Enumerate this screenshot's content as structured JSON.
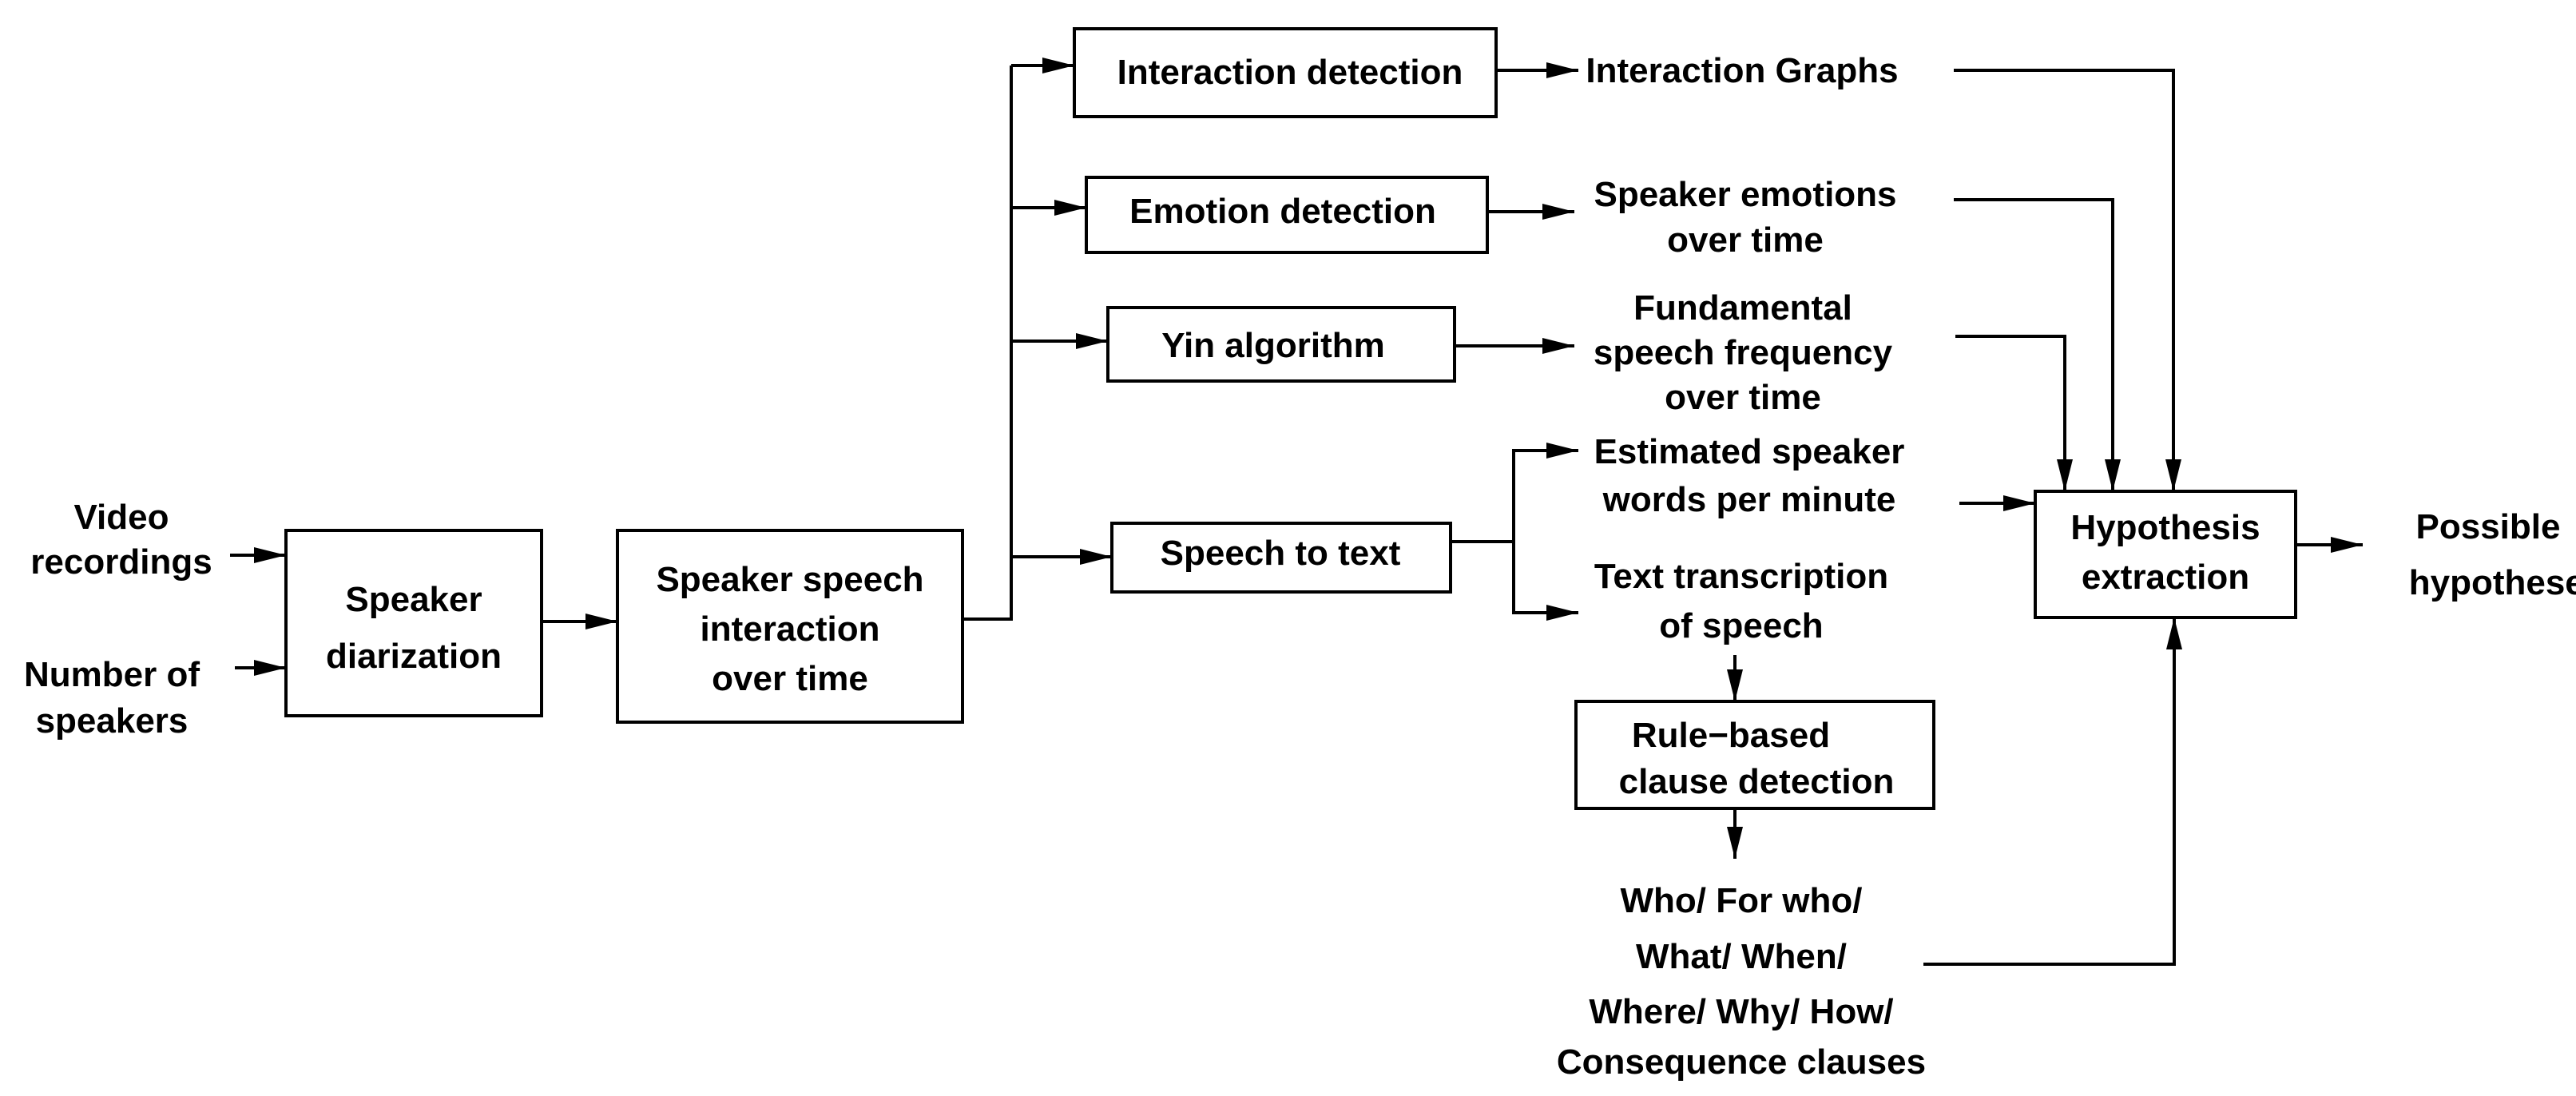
{
  "diagram": {
    "inputs": {
      "video": [
        "Video",
        "recordings"
      ],
      "speakers_count": [
        "Number of",
        "speakers"
      ]
    },
    "boxes": {
      "speaker_diarization": [
        "Speaker",
        "diarization"
      ],
      "speaker_speech_interaction": [
        "Speaker speech",
        "interaction",
        "over time"
      ],
      "interaction_detection": [
        "Interaction detection"
      ],
      "emotion_detection": [
        "Emotion detection"
      ],
      "yin_algorithm": [
        "Yin algorithm"
      ],
      "speech_to_text": [
        "Speech to text"
      ],
      "rule_based_clause_detection": [
        "Rule−based",
        "clause detection"
      ],
      "hypothesis_extraction": [
        "Hypothesis",
        "extraction"
      ]
    },
    "outputs": {
      "interaction_graphs": [
        "Interaction Graphs"
      ],
      "speaker_emotions": [
        "Speaker emotions",
        "over time"
      ],
      "fundamental_frequency": [
        "Fundamental",
        "speech frequency",
        "over time"
      ],
      "words_per_minute": [
        "Estimated speaker",
        "words per minute"
      ],
      "text_transcription": [
        "Text transcription",
        "of speech"
      ],
      "clauses": [
        "Who/ For who/",
        "What/ When/",
        "Where/ Why/ How/",
        "Consequence clauses"
      ],
      "possible_hypotheses": [
        "Possible",
        "hypotheses"
      ]
    }
  }
}
